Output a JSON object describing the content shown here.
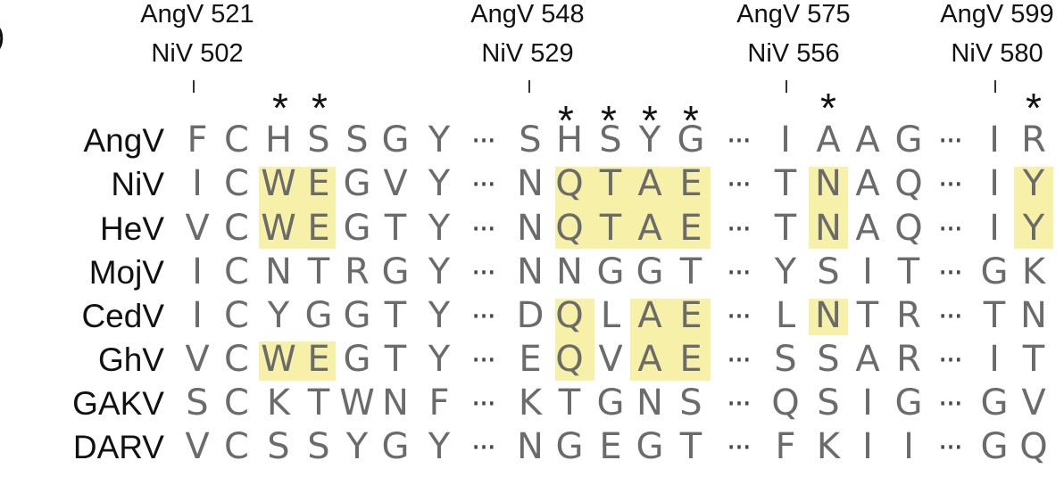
{
  "panel_label": ")",
  "header_positions": [
    {
      "top": "AngV 521",
      "bottom": "NiV 502"
    },
    {
      "top": "AngV 548",
      "bottom": "NiV 529"
    },
    {
      "top": "AngV 575",
      "bottom": "NiV 556"
    },
    {
      "top": "AngV 599",
      "bottom": "NiV 580"
    }
  ],
  "conservation_marker": "*",
  "gap_symbol": "···",
  "highlight_color": "#f7f0a8",
  "sequences": [
    {
      "name": "AngV",
      "residues": [
        "F",
        "C",
        "H",
        "S",
        "S",
        "G",
        "Y",
        "S",
        "H",
        "S",
        "Y",
        "G",
        "I",
        "A",
        "A",
        "G",
        "I",
        "R"
      ]
    },
    {
      "name": "NiV",
      "residues": [
        "I",
        "C",
        "W",
        "E",
        "G",
        "V",
        "Y",
        "N",
        "Q",
        "T",
        "A",
        "E",
        "T",
        "N",
        "A",
        "Q",
        "I",
        "Y"
      ]
    },
    {
      "name": "HeV",
      "residues": [
        "V",
        "C",
        "W",
        "E",
        "G",
        "T",
        "Y",
        "N",
        "Q",
        "T",
        "A",
        "E",
        "T",
        "N",
        "A",
        "Q",
        "I",
        "Y"
      ]
    },
    {
      "name": "MojV",
      "residues": [
        "I",
        "C",
        "N",
        "T",
        "R",
        "G",
        "Y",
        "N",
        "N",
        "G",
        "G",
        "T",
        "Y",
        "S",
        "I",
        "T",
        "G",
        "K"
      ]
    },
    {
      "name": "CedV",
      "residues": [
        "I",
        "C",
        "Y",
        "G",
        "G",
        "T",
        "Y",
        "D",
        "Q",
        "L",
        "A",
        "E",
        "L",
        "N",
        "T",
        "R",
        "T",
        "N"
      ]
    },
    {
      "name": "GhV",
      "residues": [
        "V",
        "C",
        "W",
        "E",
        "G",
        "T",
        "Y",
        "E",
        "Q",
        "V",
        "A",
        "E",
        "S",
        "S",
        "A",
        "R",
        "I",
        "T"
      ]
    },
    {
      "name": "GAKV",
      "residues": [
        "S",
        "C",
        "K",
        "T",
        "W",
        "N",
        "F",
        "K",
        "T",
        "G",
        "N",
        "S",
        "Q",
        "S",
        "I",
        "G",
        "G",
        "V"
      ]
    },
    {
      "name": "DARV",
      "residues": [
        "V",
        "C",
        "S",
        "S",
        "Y",
        "G",
        "Y",
        "N",
        "G",
        "E",
        "G",
        "T",
        "F",
        "K",
        "I",
        "I",
        "G",
        "Q"
      ]
    }
  ]
}
